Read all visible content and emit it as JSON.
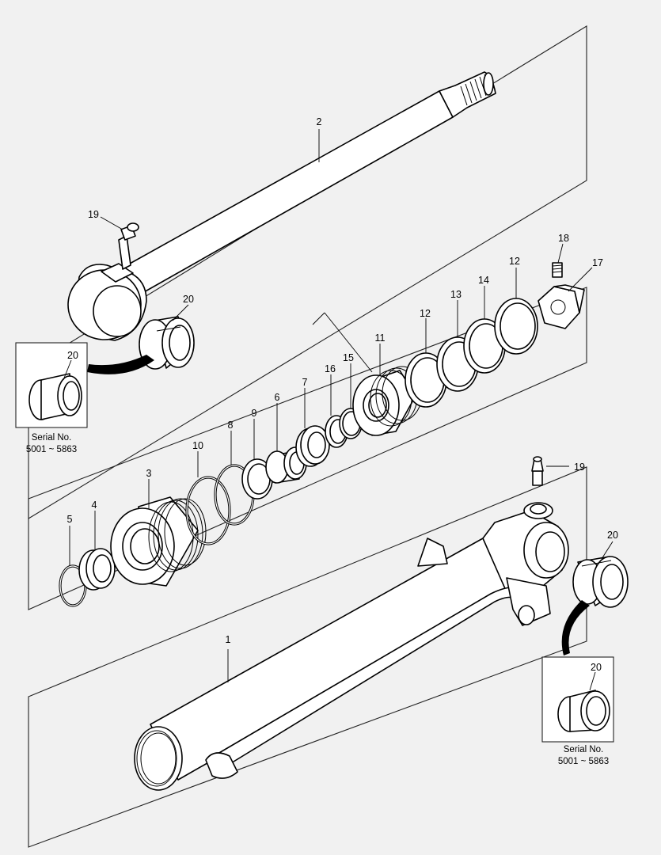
{
  "callouts": {
    "c1": "1",
    "c2": "2",
    "c3": "3",
    "c4": "4",
    "c5": "5",
    "c6": "6",
    "c7": "7",
    "c8": "8",
    "c9": "9",
    "c10": "10",
    "c11": "11",
    "c12a": "12",
    "c12b": "12",
    "c13": "13",
    "c14": "14",
    "c15": "15",
    "c16": "16",
    "c17": "17",
    "c18": "18",
    "c19a": "19",
    "c19b": "19",
    "c20a": "20",
    "c20b": "20",
    "c20c": "20",
    "c20d": "20"
  },
  "insets": {
    "left": {
      "part": "20",
      "serial_label": "Serial No.",
      "serial_range": "5001 ~ 5863"
    },
    "right": {
      "part": "20",
      "serial_label": "Serial No.",
      "serial_range": "5001 ~ 5863"
    }
  }
}
